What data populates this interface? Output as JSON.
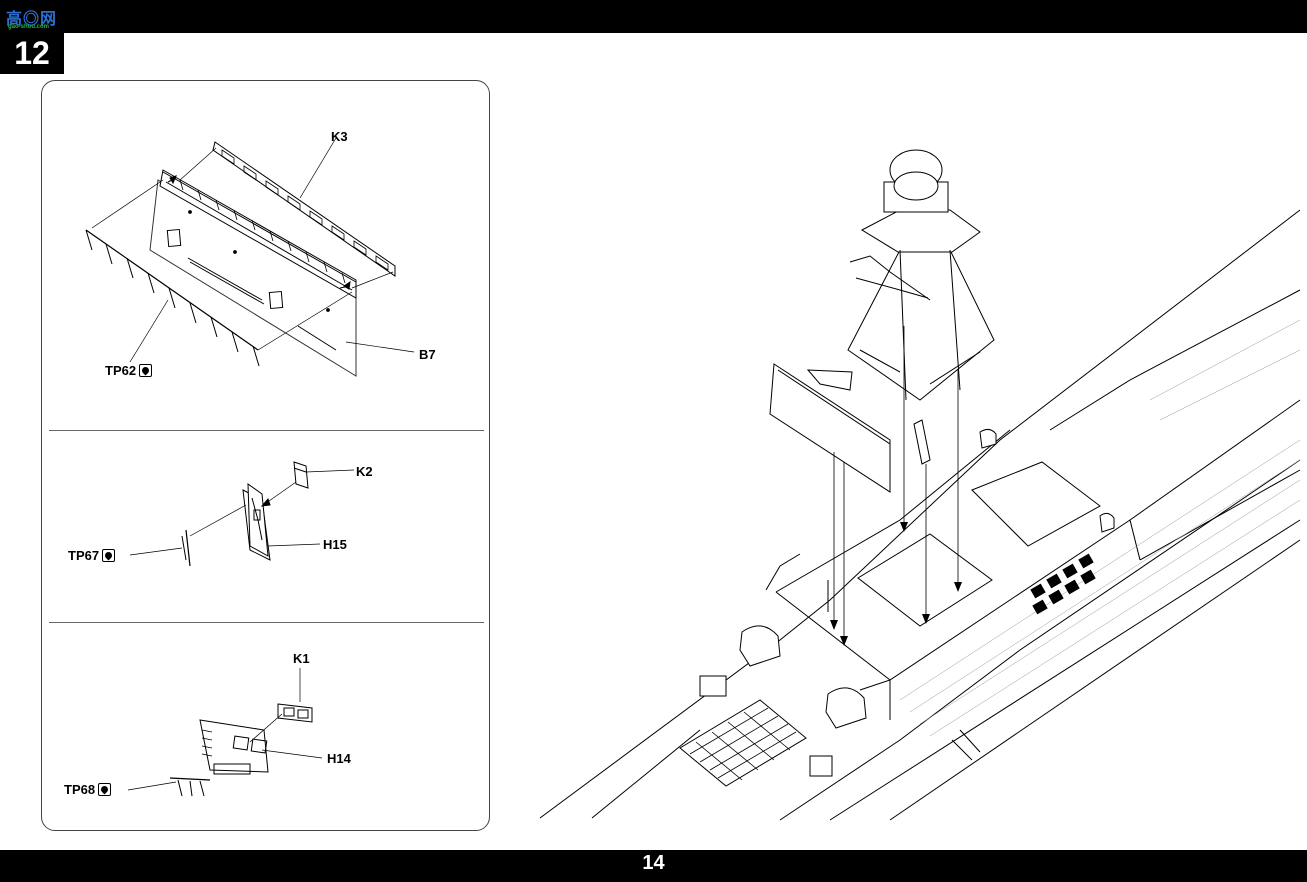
{
  "header": {
    "logo_text": "高◎网",
    "logo_url_text": "gao-shou.com",
    "step_number": "12"
  },
  "footer": {
    "page_number": "14"
  },
  "callouts": {
    "k3": "K3",
    "b7": "B7",
    "tp62": "TP62",
    "k2": "K2",
    "h15": "H15",
    "tp67": "TP67",
    "k1": "K1",
    "h14": "H14",
    "tp68": "TP68"
  },
  "icons": {
    "etched_part": "photo-etch-icon"
  }
}
